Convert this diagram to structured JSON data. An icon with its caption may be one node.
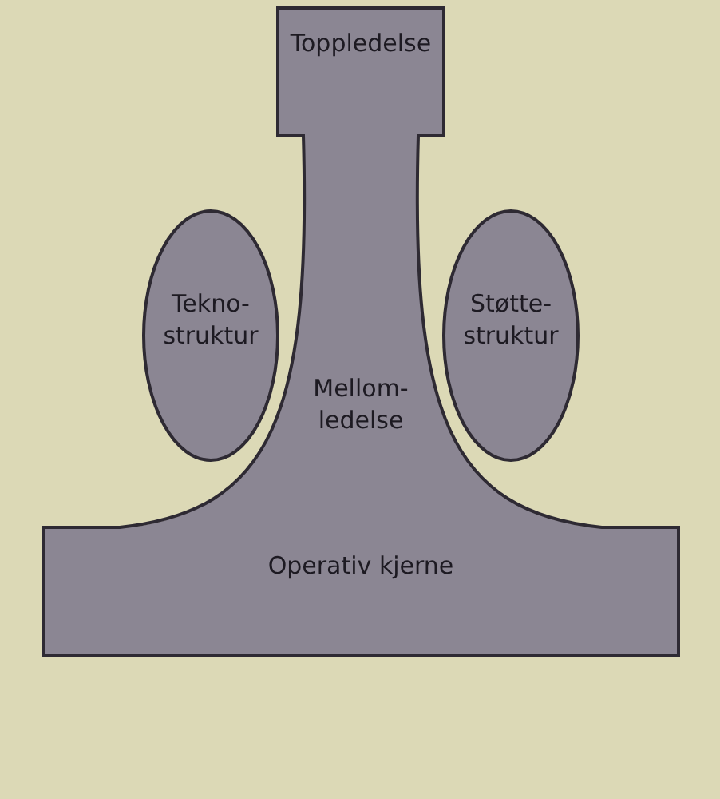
{
  "diagram": {
    "nodes": [
      {
        "text": [
          "Toppledelse"
        ]
      },
      {
        "text": [
          "Tekno- struktur"
        ]
      },
      {
        "text": [
          "Støtte- struktur"
        ]
      },
      {
        "text": [
          "Mellom- ledelse"
        ]
      },
      {
        "text": [
          "Operativ kjerne"
        ]
      }
    ]
  }
}
